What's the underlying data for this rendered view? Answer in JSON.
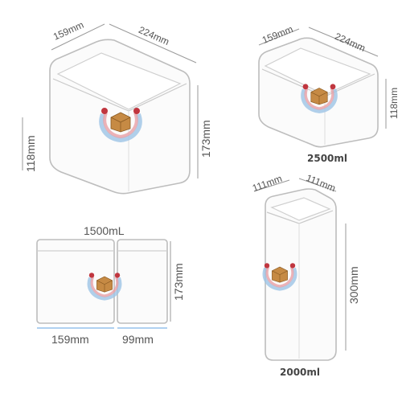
{
  "products": {
    "large": {
      "depth": "159mm",
      "width": "224mm",
      "height": "173mm",
      "lid_height": "118mm"
    },
    "medium": {
      "depth": "159mm",
      "width": "224mm",
      "height": "118mm",
      "capacity": "2500ml"
    },
    "tall": {
      "depth": "111mm",
      "width": "111mm",
      "height": "300mm",
      "capacity": "2000ml"
    },
    "pair": {
      "capacity": "1500mL",
      "height": "173mm",
      "width_a": "159mm",
      "width_b": "99mm"
    }
  },
  "colors": {
    "outline": "#b8b8b8",
    "dimension_line": "#9a9a9a",
    "accent_red": "#c0363f",
    "accent_blue": "#9ec4e6",
    "box_brown": "#c68a44",
    "pair_line": "#7fb5e8"
  }
}
